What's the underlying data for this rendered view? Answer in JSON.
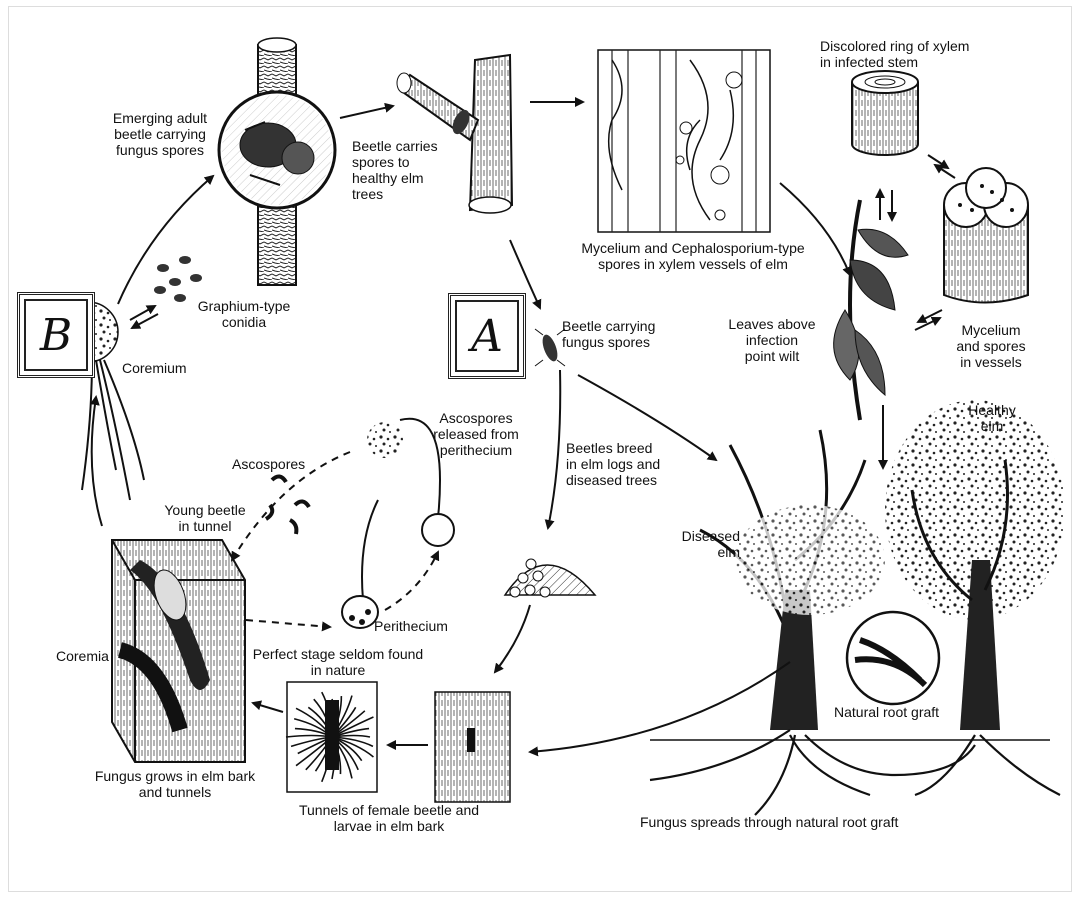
{
  "badges": {
    "A": "A",
    "B": "B"
  },
  "labels": {
    "emerging": "Emerging adult\nbeetle carrying\nfungus spores",
    "beetle_carries": "Beetle carries\nspores to\nhealthy elm\ntrees",
    "mycelium_xylem": "Mycelium and Cephalosporium-type\nspores in xylem vessels of elm",
    "discolored": "Discolored ring of xylem\nin infected stem",
    "graphium": "Graphium-type\nconidia",
    "coremium": "Coremium",
    "beetle_carrying": "Beetle carrying\nfungus spores",
    "leaves_wilt": "Leaves above\ninfection\npoint wilt",
    "mycelium_vessels": "Mycelium\nand spores\nin vessels",
    "ascospores_released": "Ascospores\nreleased from\nperithecium",
    "ascospores": "Ascospores",
    "beetles_breed": "Beetles breed\nin elm logs and\ndiseased trees",
    "healthy_elm": "Healthy\nelm",
    "diseased_elm": "Diseased\nelm",
    "young_beetle": "Young beetle\nin tunnel",
    "perithecium": "Perithecium",
    "coremia": "Coremia",
    "perfect_stage": "Perfect stage seldom found\nin nature",
    "natural_root_graft": "Natural root graft",
    "fungus_grows": "Fungus grows in elm bark\nand tunnels",
    "tunnels_female": "Tunnels of female beetle and\nlarvae in elm bark",
    "fungus_spreads": "Fungus spreads through natural root graft"
  }
}
